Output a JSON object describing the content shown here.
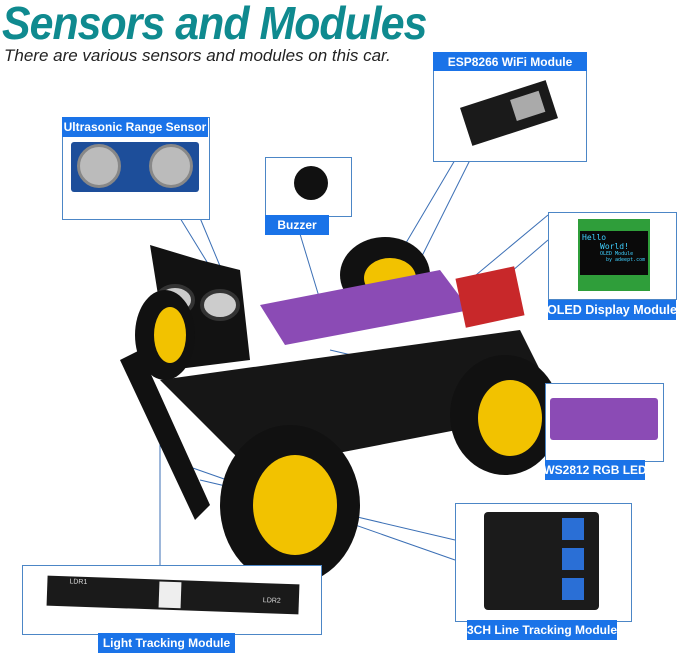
{
  "header": {
    "title": "Sensors and Modules",
    "subtitle": "There are various sensors and modules on this car."
  },
  "modules": [
    {
      "label": "Ultrasonic Range Sensor"
    },
    {
      "label": "ESP8266 WiFi Module"
    },
    {
      "label": "Buzzer"
    },
    {
      "label": "OLED Display Module",
      "screen_text": [
        "Hello",
        "World!",
        "OLED Module",
        "by adeept.com"
      ]
    },
    {
      "label": "WS2812 RGB LED"
    },
    {
      "label": "3CH Line Tracking Module"
    },
    {
      "label": "Light Tracking Module",
      "pcb_text": [
        "LDR1",
        "LDR2"
      ]
    }
  ],
  "colors": {
    "title": "#0f8a8f",
    "label_bg": "#1a73e8",
    "frame": "#4c86c6",
    "wheel": "#f2c200"
  }
}
